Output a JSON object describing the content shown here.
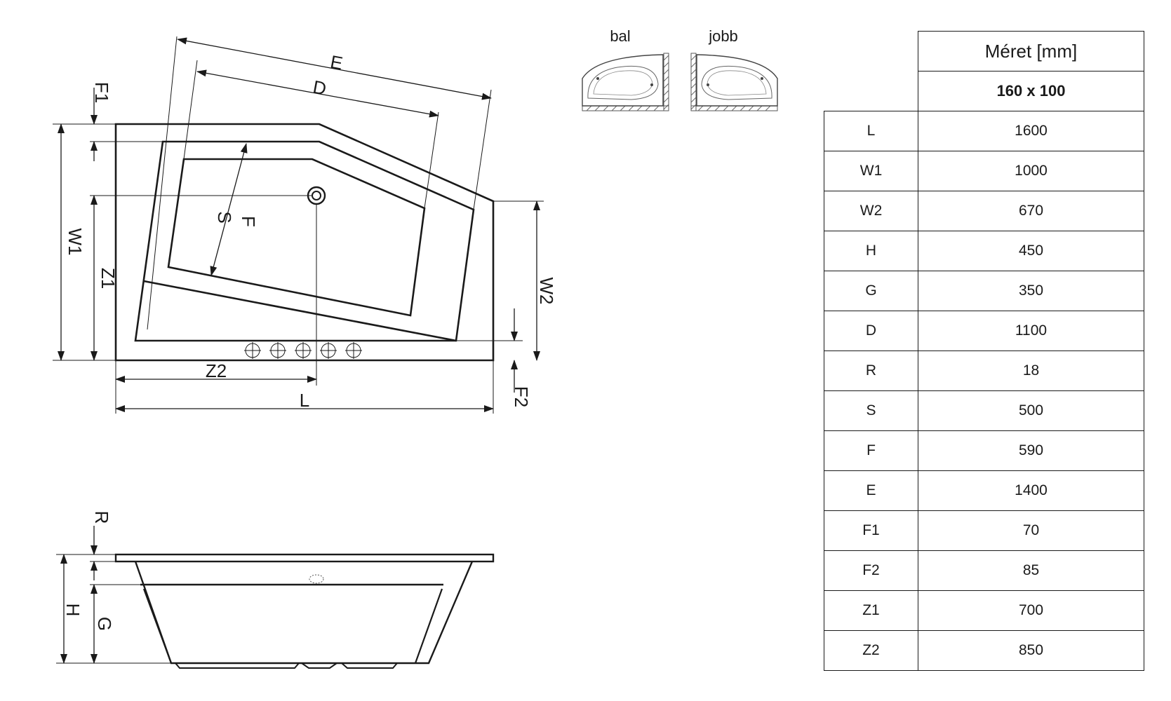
{
  "diagram": {
    "top_view_labels": {
      "E": "E",
      "D": "D",
      "F1": "F1",
      "S": "S",
      "F": "F",
      "W1": "W1",
      "Z1": "Z1",
      "W2": "W2",
      "Z2": "Z2",
      "L": "L",
      "F2": "F2"
    },
    "side_view_labels": {
      "R": "R",
      "H": "H",
      "G": "G"
    },
    "variants": {
      "left": "bal",
      "right": "jobb"
    }
  },
  "table": {
    "header": "Méret [mm]",
    "model": "160 x 100",
    "rows": [
      {
        "key": "L",
        "value": "1600"
      },
      {
        "key": "W1",
        "value": "1000"
      },
      {
        "key": "W2",
        "value": "670"
      },
      {
        "key": "H",
        "value": "450"
      },
      {
        "key": "G",
        "value": "350"
      },
      {
        "key": "D",
        "value": "1100"
      },
      {
        "key": "R",
        "value": "18"
      },
      {
        "key": "S",
        "value": "500"
      },
      {
        "key": "F",
        "value": "590"
      },
      {
        "key": "E",
        "value": "1400"
      },
      {
        "key": "F1",
        "value": "70"
      },
      {
        "key": "F2",
        "value": "85"
      },
      {
        "key": "Z1",
        "value": "700"
      },
      {
        "key": "Z2",
        "value": "850"
      }
    ]
  }
}
